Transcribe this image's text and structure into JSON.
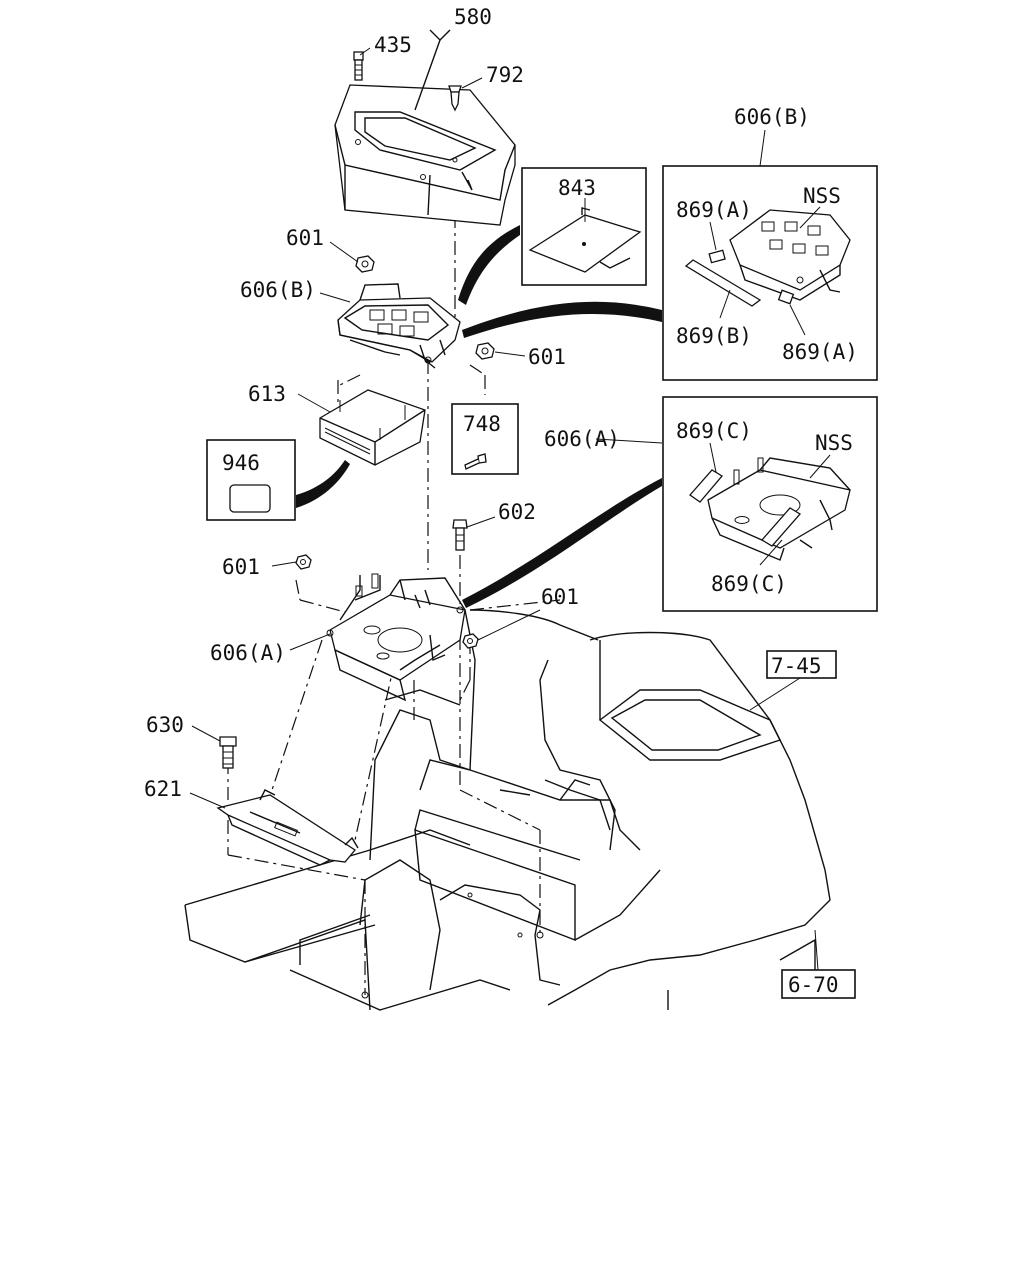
{
  "callouts": {
    "p580": "580",
    "p435": "435",
    "p792": "792",
    "p606b_top": "606(B)",
    "p843": "843",
    "p601_a": "601",
    "p606b_main": "606(B)",
    "p869a_1": "869(A)",
    "nss_b": "NSS",
    "p869b": "869(B)",
    "p869a_2": "869(A)",
    "p601_b": "601",
    "p613": "613",
    "p748": "748",
    "p606a_box": "606(A)",
    "p869c_1": "869(C)",
    "nss_a": "NSS",
    "p946": "946",
    "p602": "602",
    "p601_c": "601",
    "p869c_2": "869(C)",
    "p601_d": "601",
    "p606a_main": "606(A)",
    "ref_745": "7-45",
    "p630": "630",
    "p621": "621",
    "ref_670": "6-70"
  }
}
